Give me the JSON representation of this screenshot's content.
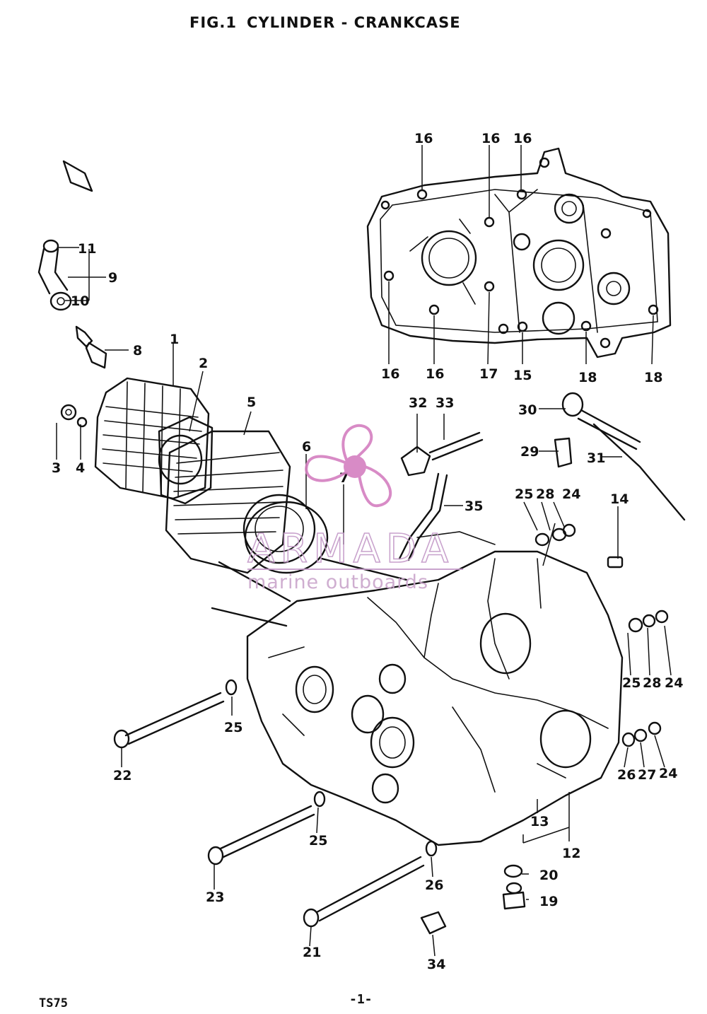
{
  "figure": {
    "fig_label": "FIG.1",
    "title": "CYLINDER - CRANKCASE"
  },
  "footer": {
    "model": "TS75",
    "page": "-1-"
  },
  "watermark": {
    "brand": "ARMADA",
    "tagline": "marine outboards",
    "color": "#d47fc0"
  },
  "callouts": [
    {
      "id": "c16a",
      "label": "16"
    },
    {
      "id": "c16b",
      "label": "16"
    },
    {
      "id": "c16c",
      "label": "16"
    },
    {
      "id": "c16d",
      "label": "16"
    },
    {
      "id": "c16e",
      "label": "16"
    },
    {
      "id": "c17",
      "label": "17"
    },
    {
      "id": "c15",
      "label": "15"
    },
    {
      "id": "c18a",
      "label": "18"
    },
    {
      "id": "c18b",
      "label": "18"
    },
    {
      "id": "c11",
      "label": "11"
    },
    {
      "id": "c9",
      "label": "9"
    },
    {
      "id": "c10",
      "label": "10"
    },
    {
      "id": "c8",
      "label": "8"
    },
    {
      "id": "c1",
      "label": "1"
    },
    {
      "id": "c2",
      "label": "2"
    },
    {
      "id": "c5",
      "label": "5"
    },
    {
      "id": "c3",
      "label": "3"
    },
    {
      "id": "c4",
      "label": "4"
    },
    {
      "id": "c6",
      "label": "6"
    },
    {
      "id": "c7",
      "label": "7"
    },
    {
      "id": "c32",
      "label": "32"
    },
    {
      "id": "c33",
      "label": "33"
    },
    {
      "id": "c35",
      "label": "35"
    },
    {
      "id": "c30",
      "label": "30"
    },
    {
      "id": "c29",
      "label": "29"
    },
    {
      "id": "c31",
      "label": "31"
    },
    {
      "id": "c25a",
      "label": "25"
    },
    {
      "id": "c28a",
      "label": "28"
    },
    {
      "id": "c24a",
      "label": "24"
    },
    {
      "id": "c14",
      "label": "14"
    },
    {
      "id": "c25b",
      "label": "25"
    },
    {
      "id": "c28b",
      "label": "28"
    },
    {
      "id": "c24b",
      "label": "24"
    },
    {
      "id": "c25c",
      "label": "25"
    },
    {
      "id": "c22",
      "label": "22"
    },
    {
      "id": "c26a",
      "label": "26"
    },
    {
      "id": "c27",
      "label": "27"
    },
    {
      "id": "c24c",
      "label": "24"
    },
    {
      "id": "c13",
      "label": "13"
    },
    {
      "id": "c12",
      "label": "12"
    },
    {
      "id": "c25d",
      "label": "25"
    },
    {
      "id": "c20",
      "label": "20"
    },
    {
      "id": "c19",
      "label": "19"
    },
    {
      "id": "c23",
      "label": "23"
    },
    {
      "id": "c26b",
      "label": "26"
    },
    {
      "id": "c21",
      "label": "21"
    },
    {
      "id": "c34",
      "label": "34"
    }
  ]
}
